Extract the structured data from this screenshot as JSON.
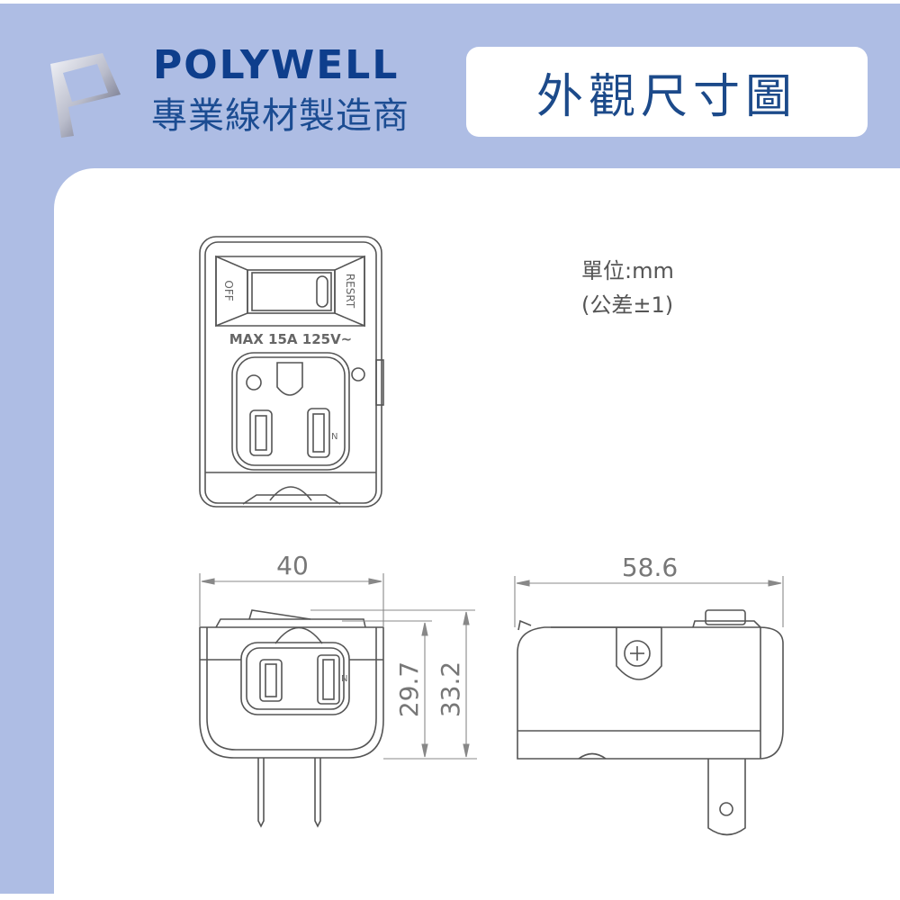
{
  "header": {
    "brand_name": "POLYWELL",
    "brand_tagline": "專業線材製造商",
    "page_title": "外觀尺寸圖",
    "logo_icon": "polywell-p-logo-icon"
  },
  "notes": {
    "unit": "單位:mm",
    "tolerance": "(公差±1)"
  },
  "front_view": {
    "switch_left_label": "OFF",
    "switch_right_label": "RESRT",
    "rating": "MAX 15A 125V~",
    "neutral_mark": "N"
  },
  "bottom_view": {
    "width_dim": "40",
    "height_dim_inner": "29.7",
    "height_dim_outer": "33.2",
    "neutral_mark": "N"
  },
  "side_view": {
    "length_dim": "58.6"
  },
  "colors": {
    "background_band": "#aebde4",
    "brand_blue": "#0e3e8c",
    "title_blue": "#1c4a8a",
    "line_gray": "#555555"
  }
}
